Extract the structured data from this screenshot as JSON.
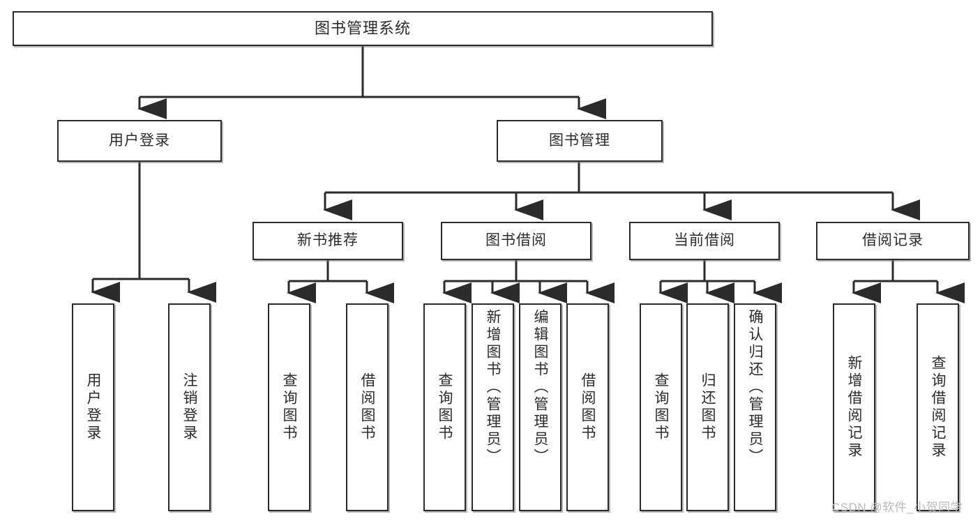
{
  "diagram": {
    "title": "图书管理系统",
    "type": "tree-hierarchy",
    "orientation": "top-down",
    "colors": {
      "stroke": "#2b2b2b",
      "fill": "#ffffff",
      "text": "#2b2b2b",
      "watermark": "#b9b9b9"
    },
    "levels": {
      "root": {
        "label": "图书管理系统"
      },
      "level2": [
        {
          "id": "user-login",
          "label": "用户登录"
        },
        {
          "id": "book-management",
          "label": "图书管理"
        }
      ],
      "level3": [
        {
          "id": "new-book-recommend",
          "label": "新书推荐",
          "parent": "book-management"
        },
        {
          "id": "book-borrow",
          "label": "图书借阅",
          "parent": "book-management"
        },
        {
          "id": "current-borrow",
          "label": "当前借阅",
          "parent": "book-management"
        },
        {
          "id": "borrow-record",
          "label": "借阅记录",
          "parent": "book-management"
        }
      ],
      "leaves": [
        {
          "id": "leaf-user-login",
          "label": "用户登录",
          "parent": "user-login"
        },
        {
          "id": "leaf-logout-login",
          "label": "注销登录",
          "parent": "user-login"
        },
        {
          "id": "leaf-query-book-1",
          "label": "查询图书",
          "parent": "new-book-recommend"
        },
        {
          "id": "leaf-borrow-book-1",
          "label": "借阅图书",
          "parent": "new-book-recommend"
        },
        {
          "id": "leaf-query-book-2",
          "label": "查询图书",
          "parent": "book-borrow"
        },
        {
          "id": "leaf-add-book-admin",
          "label": "新增图书（管理员）",
          "parent": "book-borrow"
        },
        {
          "id": "leaf-edit-book-admin",
          "label": "编辑图书（管理员）",
          "parent": "book-borrow"
        },
        {
          "id": "leaf-borrow-book-2",
          "label": "借阅图书",
          "parent": "book-borrow"
        },
        {
          "id": "leaf-query-book-3",
          "label": "查询图书",
          "parent": "current-borrow"
        },
        {
          "id": "leaf-return-book",
          "label": "归还图书",
          "parent": "current-borrow"
        },
        {
          "id": "leaf-confirm-return-admin",
          "label": "确认归还（管理员）",
          "parent": "current-borrow"
        },
        {
          "id": "leaf-add-borrow-record",
          "label": "新增借阅记录",
          "parent": "borrow-record"
        },
        {
          "id": "leaf-query-borrow-record",
          "label": "查询借阅记录",
          "parent": "borrow-record"
        }
      ]
    },
    "watermark": "CSDN @软件_小贺同学"
  }
}
